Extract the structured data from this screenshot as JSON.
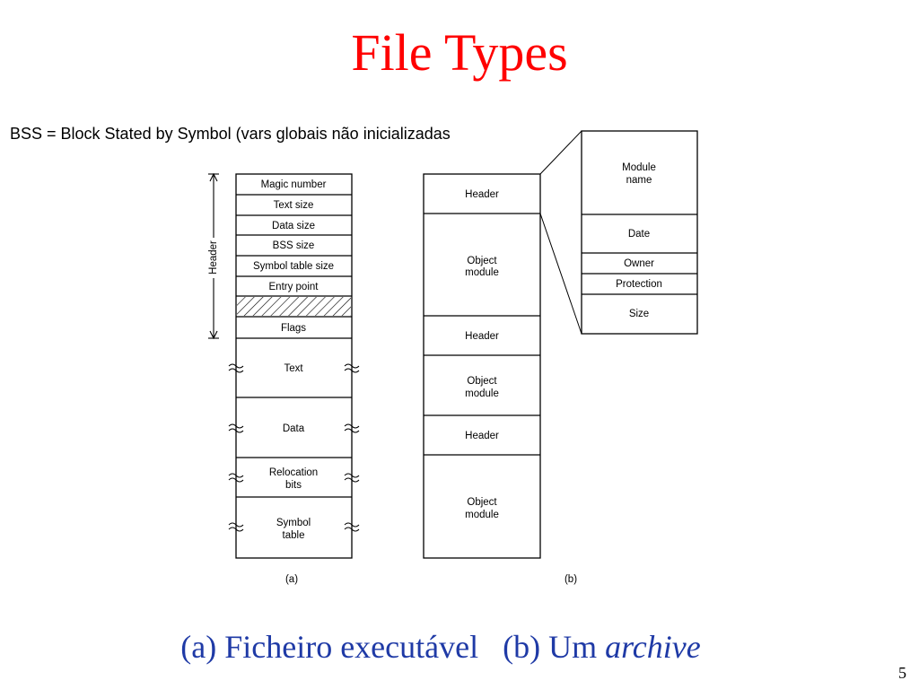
{
  "slide": {
    "title": "File Types",
    "note": "BSS = Block Stated by Symbol (vars globais não inicializadas",
    "caption_a": "(a) Ficheiro executável",
    "caption_b_prefix": "(b) Um",
    "caption_b_italic": "archive",
    "page_number": "5",
    "colors": {
      "title": "#ff0000",
      "caption": "#1f3aa6"
    }
  },
  "diagram_a": {
    "label": "(a)",
    "header_label": "Header",
    "fields": {
      "magic": "Magic number",
      "text_size": "Text size",
      "data_size": "Data size",
      "bss_size": "BSS size",
      "symtab_size": "Symbol table size",
      "entry": "Entry point",
      "flags": "Flags",
      "text": "Text",
      "data": "Data",
      "reloc_1": "Relocation",
      "reloc_2": "bits",
      "symtab_1": "Symbol",
      "symtab_2": "table"
    }
  },
  "diagram_b": {
    "label": "(b)",
    "header_1": "Header",
    "object_1a": "Object",
    "object_1b": "module",
    "header_2": "Header",
    "object_2a": "Object",
    "object_2b": "module",
    "header_3": "Header",
    "object_3a": "Object",
    "object_3b": "module"
  },
  "header_detail": {
    "module_1": "Module",
    "module_2": "name",
    "date": "Date",
    "owner": "Owner",
    "protection": "Protection",
    "size": "Size"
  }
}
